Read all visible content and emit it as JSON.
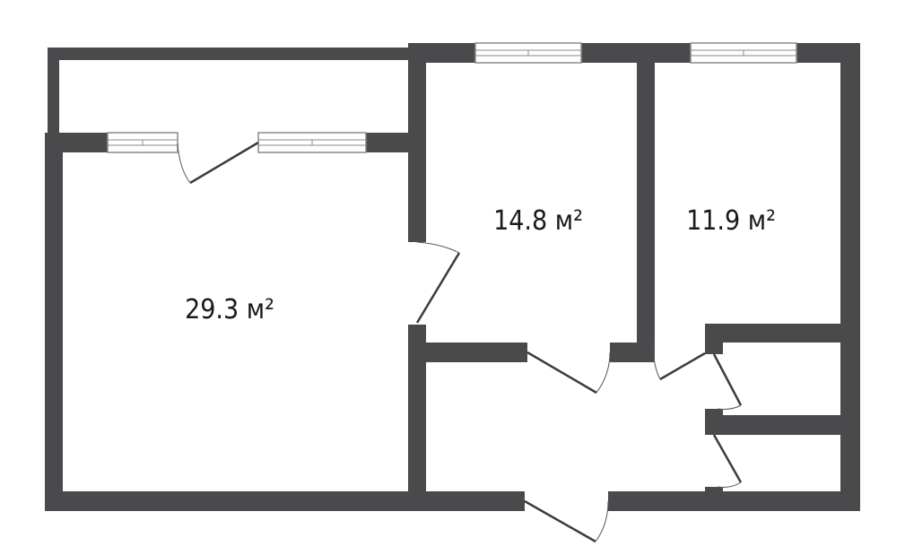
{
  "rooms": [
    {
      "id": "living-room",
      "area_label": "29.3 м²"
    },
    {
      "id": "bedroom-middle",
      "area_label": "14.8 м²"
    },
    {
      "id": "bedroom-right",
      "area_label": "11.9 м²"
    }
  ],
  "colors": {
    "wall": "#4a4a4d",
    "window_frame": "#8a8a8a",
    "background": "#ffffff"
  }
}
